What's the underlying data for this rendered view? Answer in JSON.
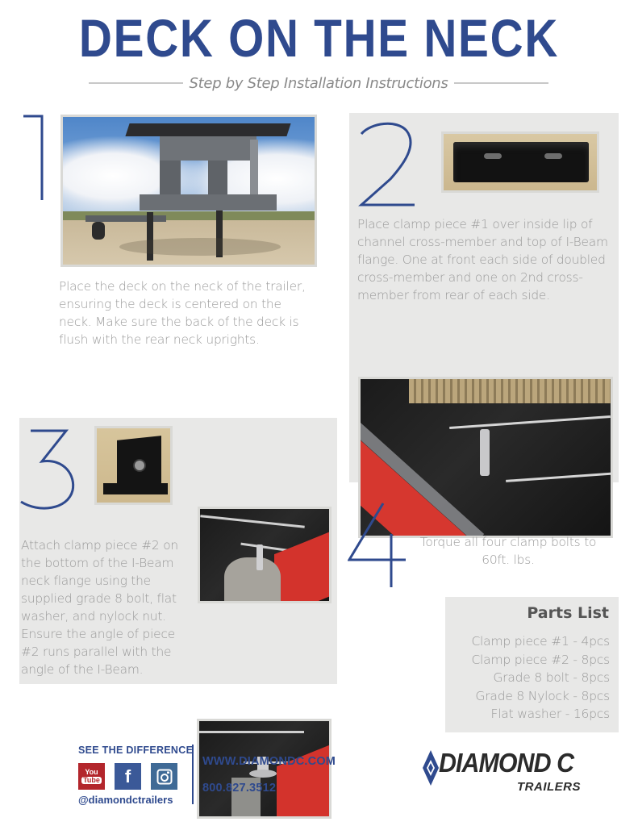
{
  "header": {
    "title": "DECK ON THE NECK",
    "subtitle": "Step by Step Installation Instructions"
  },
  "steps": [
    {
      "number": "1",
      "text": "Place the deck on the neck of the trailer, ensuring the deck is centered on the neck. Make sure the back of the deck is flush with the rear neck uprights.",
      "images": [
        "gooseneck-trailer-photo"
      ]
    },
    {
      "number": "2",
      "text": "Place clamp piece #1 over inside lip of channel cross-member and top of I-Beam flange. One at front each side of doubled cross-member and one on 2nd cross-member from rear of each side.",
      "images": [
        "clamp-piece-1-photo",
        "clamp-installed-underside-photo"
      ]
    },
    {
      "number": "3",
      "text": "Attach clamp piece #2 on the bottom of the I-Beam neck flange using the supplied grade 8 bolt, flat washer, and nylock nut. Ensure the angle of piece #2 runs parallel with the angle of the I-Beam.",
      "images": [
        "clamp-piece-2-photo",
        "bolt-insertion-photo",
        "bolt-tightened-photo"
      ]
    },
    {
      "number": "4",
      "text": "Torque all four clamp bolts to 60ft. lbs."
    }
  ],
  "parts_list": {
    "title": "Parts List",
    "items": [
      "Clamp piece #1 - 4pcs",
      "Clamp piece #2 - 8pcs",
      "Grade 8 bolt - 8pcs",
      "Grade 8 Nylock - 8pcs",
      "Flat washer - 16pcs"
    ]
  },
  "footer": {
    "tagline": "SEE THE DIFFERENCE",
    "social": [
      {
        "name": "youtube",
        "label_top": "You",
        "label_bottom": "Tube",
        "color": "#b3262c"
      },
      {
        "name": "facebook",
        "label": "f",
        "color": "#3b5998"
      },
      {
        "name": "instagram",
        "label": "◙",
        "color": "#3f6a96"
      }
    ],
    "handle": "@diamondctrailers",
    "website": "WWW.DIAMONDC.COM",
    "phone": "800.827.3512",
    "brand_name": "DIAMOND C",
    "brand_sub": "TRAILERS"
  },
  "colors": {
    "accent_blue": "#2f4a8e",
    "panel_gray": "#e8e8e7",
    "body_text": "#9a9a9a"
  }
}
